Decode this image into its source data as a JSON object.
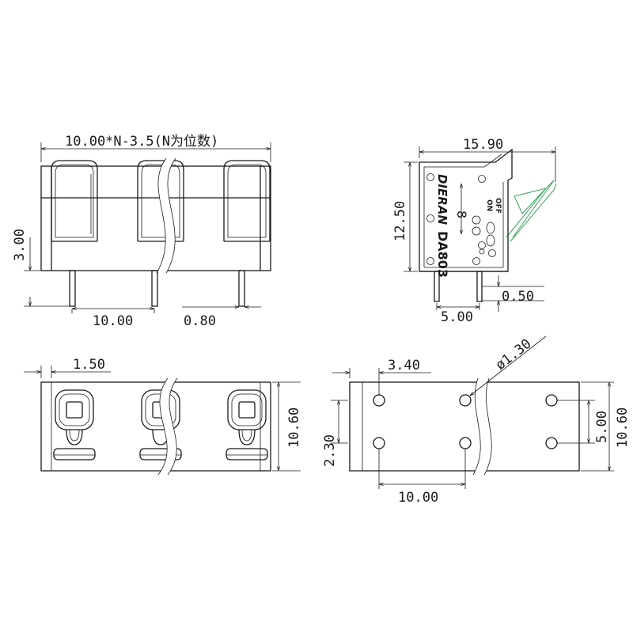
{
  "dimensions": {
    "front_width_formula": "10.00*N-3.5(N为位数)",
    "front_height": "3.00",
    "front_pitch": "10.00",
    "front_pin_width": "0.80",
    "side_width": "15.90",
    "side_height": "12.50",
    "side_pin_thickness": "0.50",
    "side_pin_offset": "5.00",
    "top_edge_offset": "1.50",
    "top_depth": "10.60",
    "pcb_edge_offset": "3.40",
    "pcb_hole_diameter": "ø1.30",
    "pcb_row_spacing": "2.30",
    "pcb_pitch": "10.00",
    "pcb_hole_spacing": "5.00",
    "pcb_depth": "10.60"
  },
  "markings": {
    "brand": "DIERAN",
    "model": "DA803",
    "switch_on": "ON",
    "switch_off": "OFF",
    "rating": "8"
  },
  "colors": {
    "line": "#1a1a1a",
    "accent_green": "#3aa35a"
  }
}
